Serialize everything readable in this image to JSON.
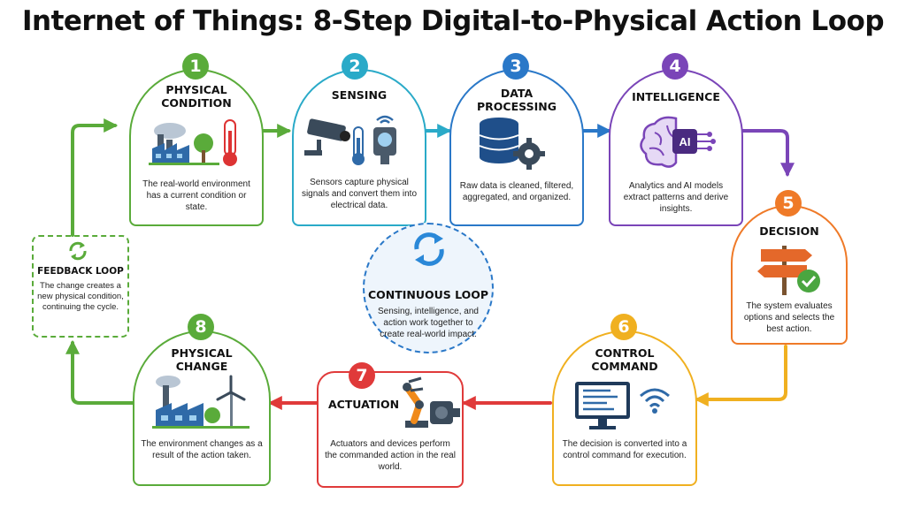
{
  "title": "Internet of Things: 8-Step Digital-to-Physical Action Loop",
  "steps": [
    {
      "num": "1",
      "title": "PHYSICAL CONDITION",
      "desc": "The real-world environment has a current condition or state.",
      "color": "#5aab3a"
    },
    {
      "num": "2",
      "title": "SENSING",
      "desc": "Sensors capture physical signals and convert them into electrical data.",
      "color": "#2aaac8"
    },
    {
      "num": "3",
      "title": "DATA PROCESSING",
      "desc": "Raw data is cleaned, filtered, aggregated, and organized.",
      "color": "#2a78c8"
    },
    {
      "num": "4",
      "title": "INTELLIGENCE",
      "desc": "Analytics and AI models extract patterns and derive insights.",
      "color": "#7a45b8"
    },
    {
      "num": "5",
      "title": "DECISION",
      "desc": "The system evaluates options and selects the best action.",
      "color": "#ef7a28"
    },
    {
      "num": "6",
      "title": "CONTROL COMMAND",
      "desc": "The decision is converted into a control command for execution.",
      "color": "#f0b020"
    },
    {
      "num": "7",
      "title": "ACTUATION",
      "desc": "Actuators and devices perform the commanded action in the real world.",
      "color": "#e03a3a"
    },
    {
      "num": "8",
      "title": "PHYSICAL CHANGE",
      "desc": "The environment changes as a result of the action taken.",
      "color": "#5aab3a"
    }
  ],
  "feedback": {
    "title": "FEEDBACK LOOP",
    "desc": "The change creates a new physical condition, continuing the cycle."
  },
  "center": {
    "title": "CONTINUOUS LOOP",
    "desc": "Sensing, intelligence, and action work together to create real-world impact."
  },
  "icons": {
    "ai_chip_label": "AI"
  }
}
